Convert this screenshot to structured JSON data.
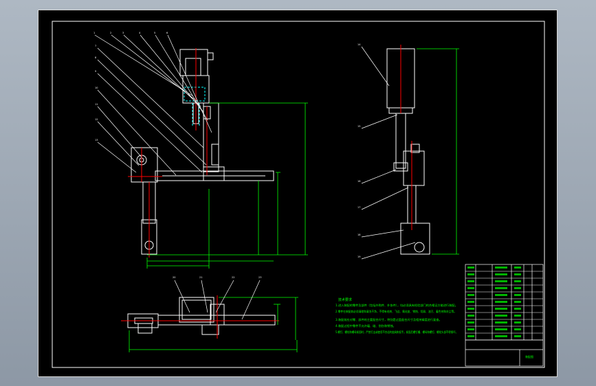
{
  "background": "#8f9aa7",
  "colors": {
    "sheet": "#000000",
    "outline": "#ffffff",
    "dimension": "#00ff00",
    "centerline": "#ff0000",
    "hidden": "#00ffff",
    "leader": "#ffffff"
  },
  "views": {
    "front": {
      "callouts": [
        "1",
        "2",
        "3",
        "4",
        "5",
        "6",
        "7",
        "8",
        "9",
        "10",
        "11",
        "12",
        "13"
      ]
    },
    "side": {
      "callouts": [
        "14",
        "15",
        "16",
        "17",
        "18",
        "19"
      ]
    },
    "top": {
      "callouts": [
        "20",
        "21",
        "22",
        "23"
      ]
    }
  },
  "tech_requirements": {
    "heading": "技术要求",
    "lines": [
      "1.进入装配的零件及部件（包括外购件、外协件），均必须具有检验部门的合格证方能进行装配。",
      "2.零件在装配前必须清理和清洗干净，不得有毛刺、飞边、氧化皮、锈蚀、切屑、油污、着色剂和灰尘等。",
      "3.装配前应对零、部件的主要配合尺寸，特别是过盈配合尺寸及相关精度进行复查。",
      "4.装配过程中零件不允许磕、碰、划伤和锈蚀。",
      "5.螺钉、螺栓和螺母紧固时，严禁打击或使用不合适的旋具和扳手。紧固后螺钉槽、螺母和螺钉、螺栓头部不得损坏。"
    ]
  },
  "title_block": {
    "title": "装配图"
  }
}
